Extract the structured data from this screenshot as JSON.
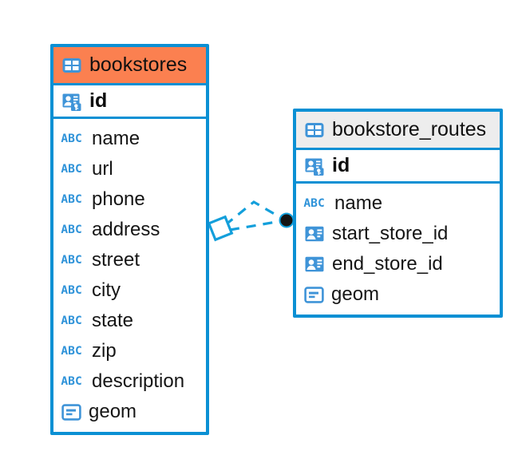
{
  "diagram": {
    "type": "entity-relationship-diagram",
    "accent_color": "#fb8050",
    "border_color": "#0b90d4",
    "neutral_header_color": "#ededed",
    "icon_color": "#3f94d8",
    "background": "#ffffff"
  },
  "entities": [
    {
      "name": "bookstores",
      "header_style": "accent",
      "primary_key": {
        "label": "id",
        "icon": "primary-key-icon"
      },
      "fields": [
        {
          "label": "name",
          "icon": "text-abc-icon"
        },
        {
          "label": "url",
          "icon": "text-abc-icon"
        },
        {
          "label": "phone",
          "icon": "text-abc-icon"
        },
        {
          "label": "address",
          "icon": "text-abc-icon"
        },
        {
          "label": "street",
          "icon": "text-abc-icon"
        },
        {
          "label": "city",
          "icon": "text-abc-icon"
        },
        {
          "label": "state",
          "icon": "text-abc-icon"
        },
        {
          "label": "zip",
          "icon": "text-abc-icon"
        },
        {
          "label": "description",
          "icon": "text-abc-icon"
        },
        {
          "label": "geom",
          "icon": "geometry-icon"
        }
      ]
    },
    {
      "name": "bookstore_routes",
      "header_style": "neutral",
      "primary_key": {
        "label": "id",
        "icon": "primary-key-icon"
      },
      "fields": [
        {
          "label": "name",
          "icon": "text-abc-icon"
        },
        {
          "label": "start_store_id",
          "icon": "foreign-key-icon"
        },
        {
          "label": "end_store_id",
          "icon": "foreign-key-icon"
        },
        {
          "label": "geom",
          "icon": "geometry-icon"
        }
      ]
    }
  ],
  "relationship": {
    "source_entity": "bookstores",
    "target_entity": "bookstore_routes",
    "source_marker": "diamond-marker",
    "target_marker": "filled-circle-marker",
    "line_style": "dashed",
    "line_color": "#139fdb"
  }
}
